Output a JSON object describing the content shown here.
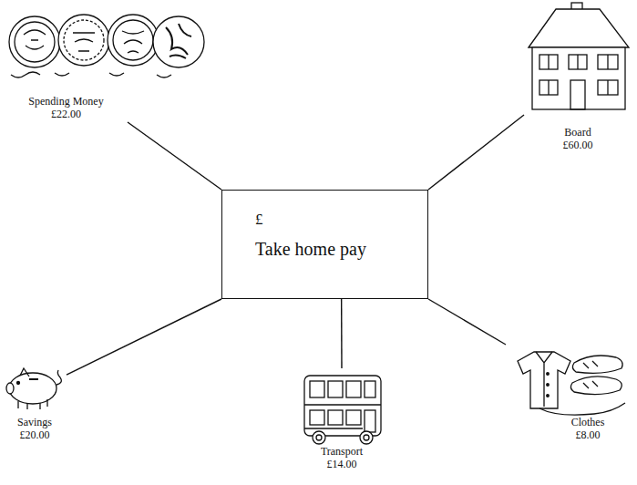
{
  "diagram": {
    "nodes": [
      {
        "text": [
          "£",
          "Take home pay"
        ]
      },
      {
        "text": [
          "Spending Money",
          "£22.00"
        ]
      },
      {
        "text": [
          "Board",
          "£60.00"
        ]
      },
      {
        "text": [
          "Savings",
          "£20.00"
        ]
      },
      {
        "text": [
          "Transport",
          "£14.00"
        ]
      },
      {
        "text": [
          "Clothes",
          "£8.00"
        ]
      }
    ],
    "edges": [
      {
        "from": 0,
        "to": 1,
        "arrow": "none"
      },
      {
        "from": 0,
        "to": 2,
        "arrow": "none"
      },
      {
        "from": 0,
        "to": 3,
        "arrow": "none"
      },
      {
        "from": 0,
        "to": 4,
        "arrow": "none"
      },
      {
        "from": 0,
        "to": 5,
        "arrow": "none"
      }
    ]
  }
}
